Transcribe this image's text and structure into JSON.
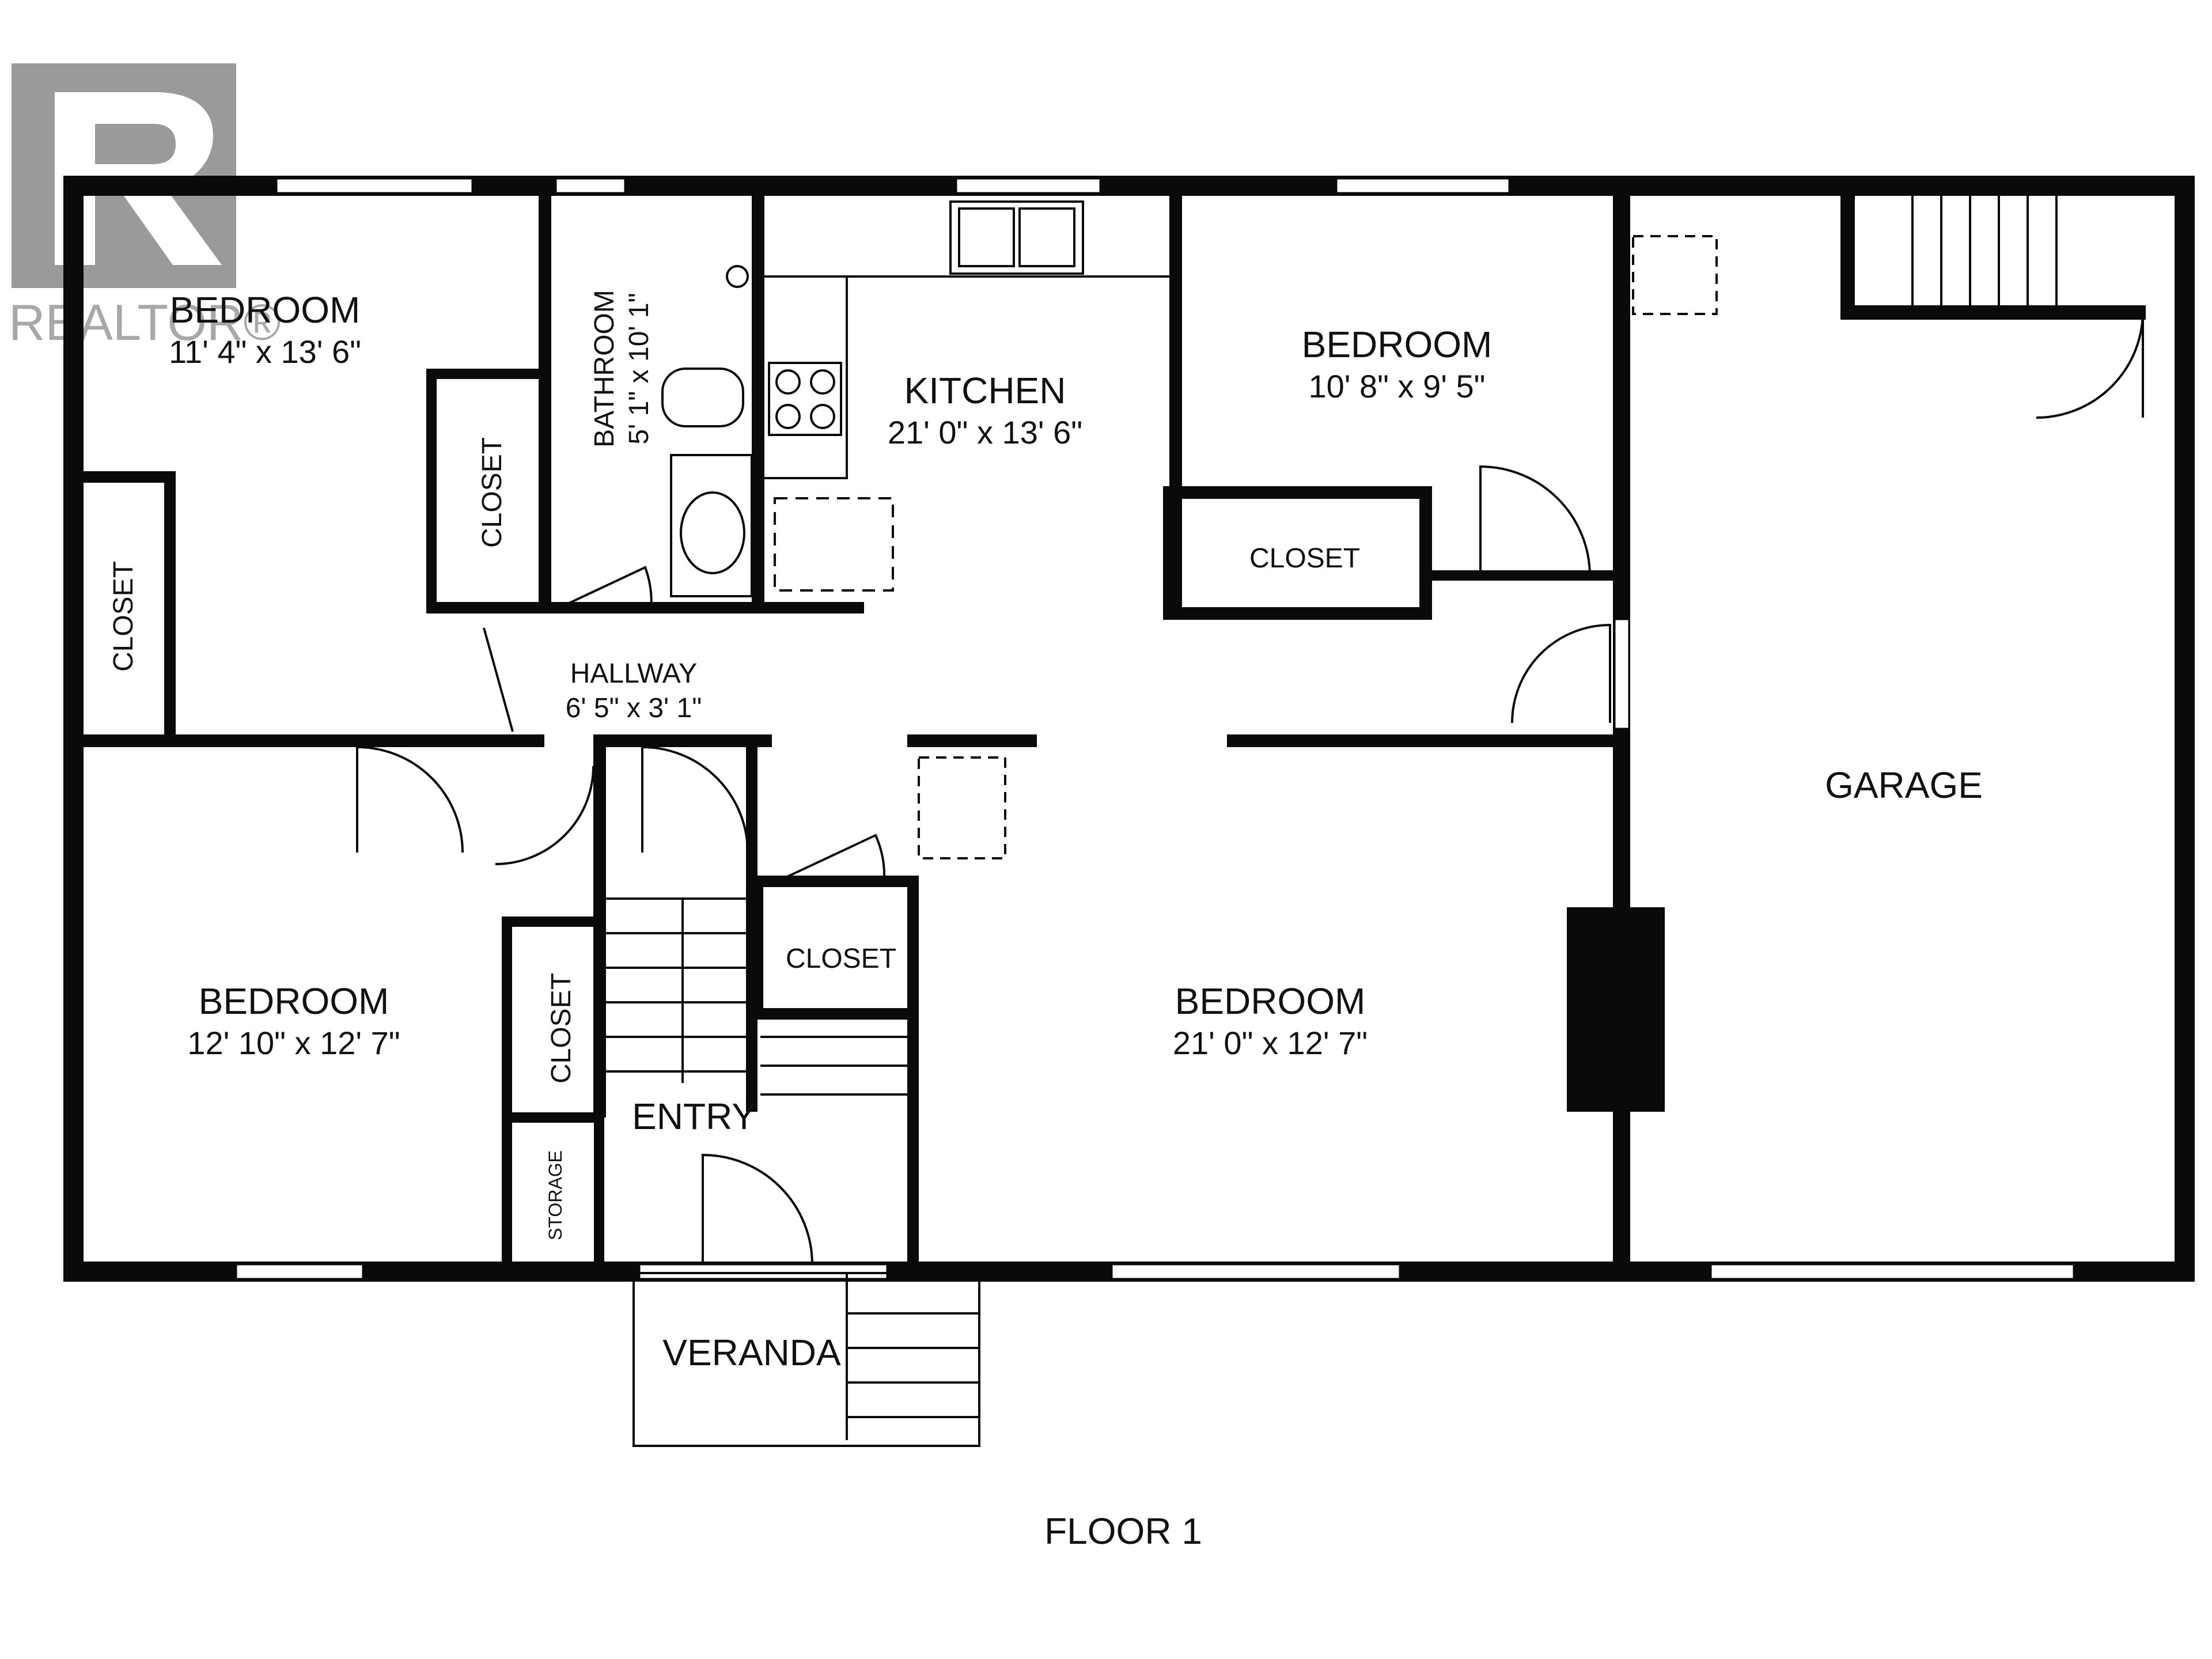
{
  "brand": {
    "logo_letter": "R",
    "watermark_text": "REALTOR®",
    "logo_color": "#8f8f8f"
  },
  "rooms": {
    "bedroom_nw": {
      "name": "BEDROOM",
      "dims": "11' 4\" x 13' 6\""
    },
    "bathroom": {
      "name": "BATHROOM",
      "dims": "5' 1\" x 10' 1\""
    },
    "kitchen": {
      "name": "KITCHEN",
      "dims": "21' 0\" x 13' 6\""
    },
    "bedroom_ne": {
      "name": "BEDROOM",
      "dims": "10' 8\" x 9' 5\""
    },
    "hallway": {
      "name": "HALLWAY",
      "dims": "6' 5\" x 3' 1\""
    },
    "bedroom_sw": {
      "name": "BEDROOM",
      "dims": "12' 10\" x 12' 7\""
    },
    "bedroom_s": {
      "name": "BEDROOM",
      "dims": "21' 0\" x 12' 7\""
    },
    "garage": {
      "name": "GARAGE"
    },
    "entry": {
      "name": "ENTRY"
    },
    "veranda": {
      "name": "VERANDA"
    },
    "closet_nw_small": {
      "name": "CLOSET"
    },
    "closet_w": {
      "name": "CLOSET"
    },
    "closet_ne": {
      "name": "CLOSET"
    },
    "closet_center": {
      "name": "CLOSET"
    },
    "closet_sw": {
      "name": "CLOSET"
    },
    "storage": {
      "name": "STORAGE"
    }
  },
  "floor_label": "FLOOR 1",
  "colors": {
    "wall": "#0a0a0a",
    "window": "#ffffff",
    "background": "#ffffff"
  }
}
